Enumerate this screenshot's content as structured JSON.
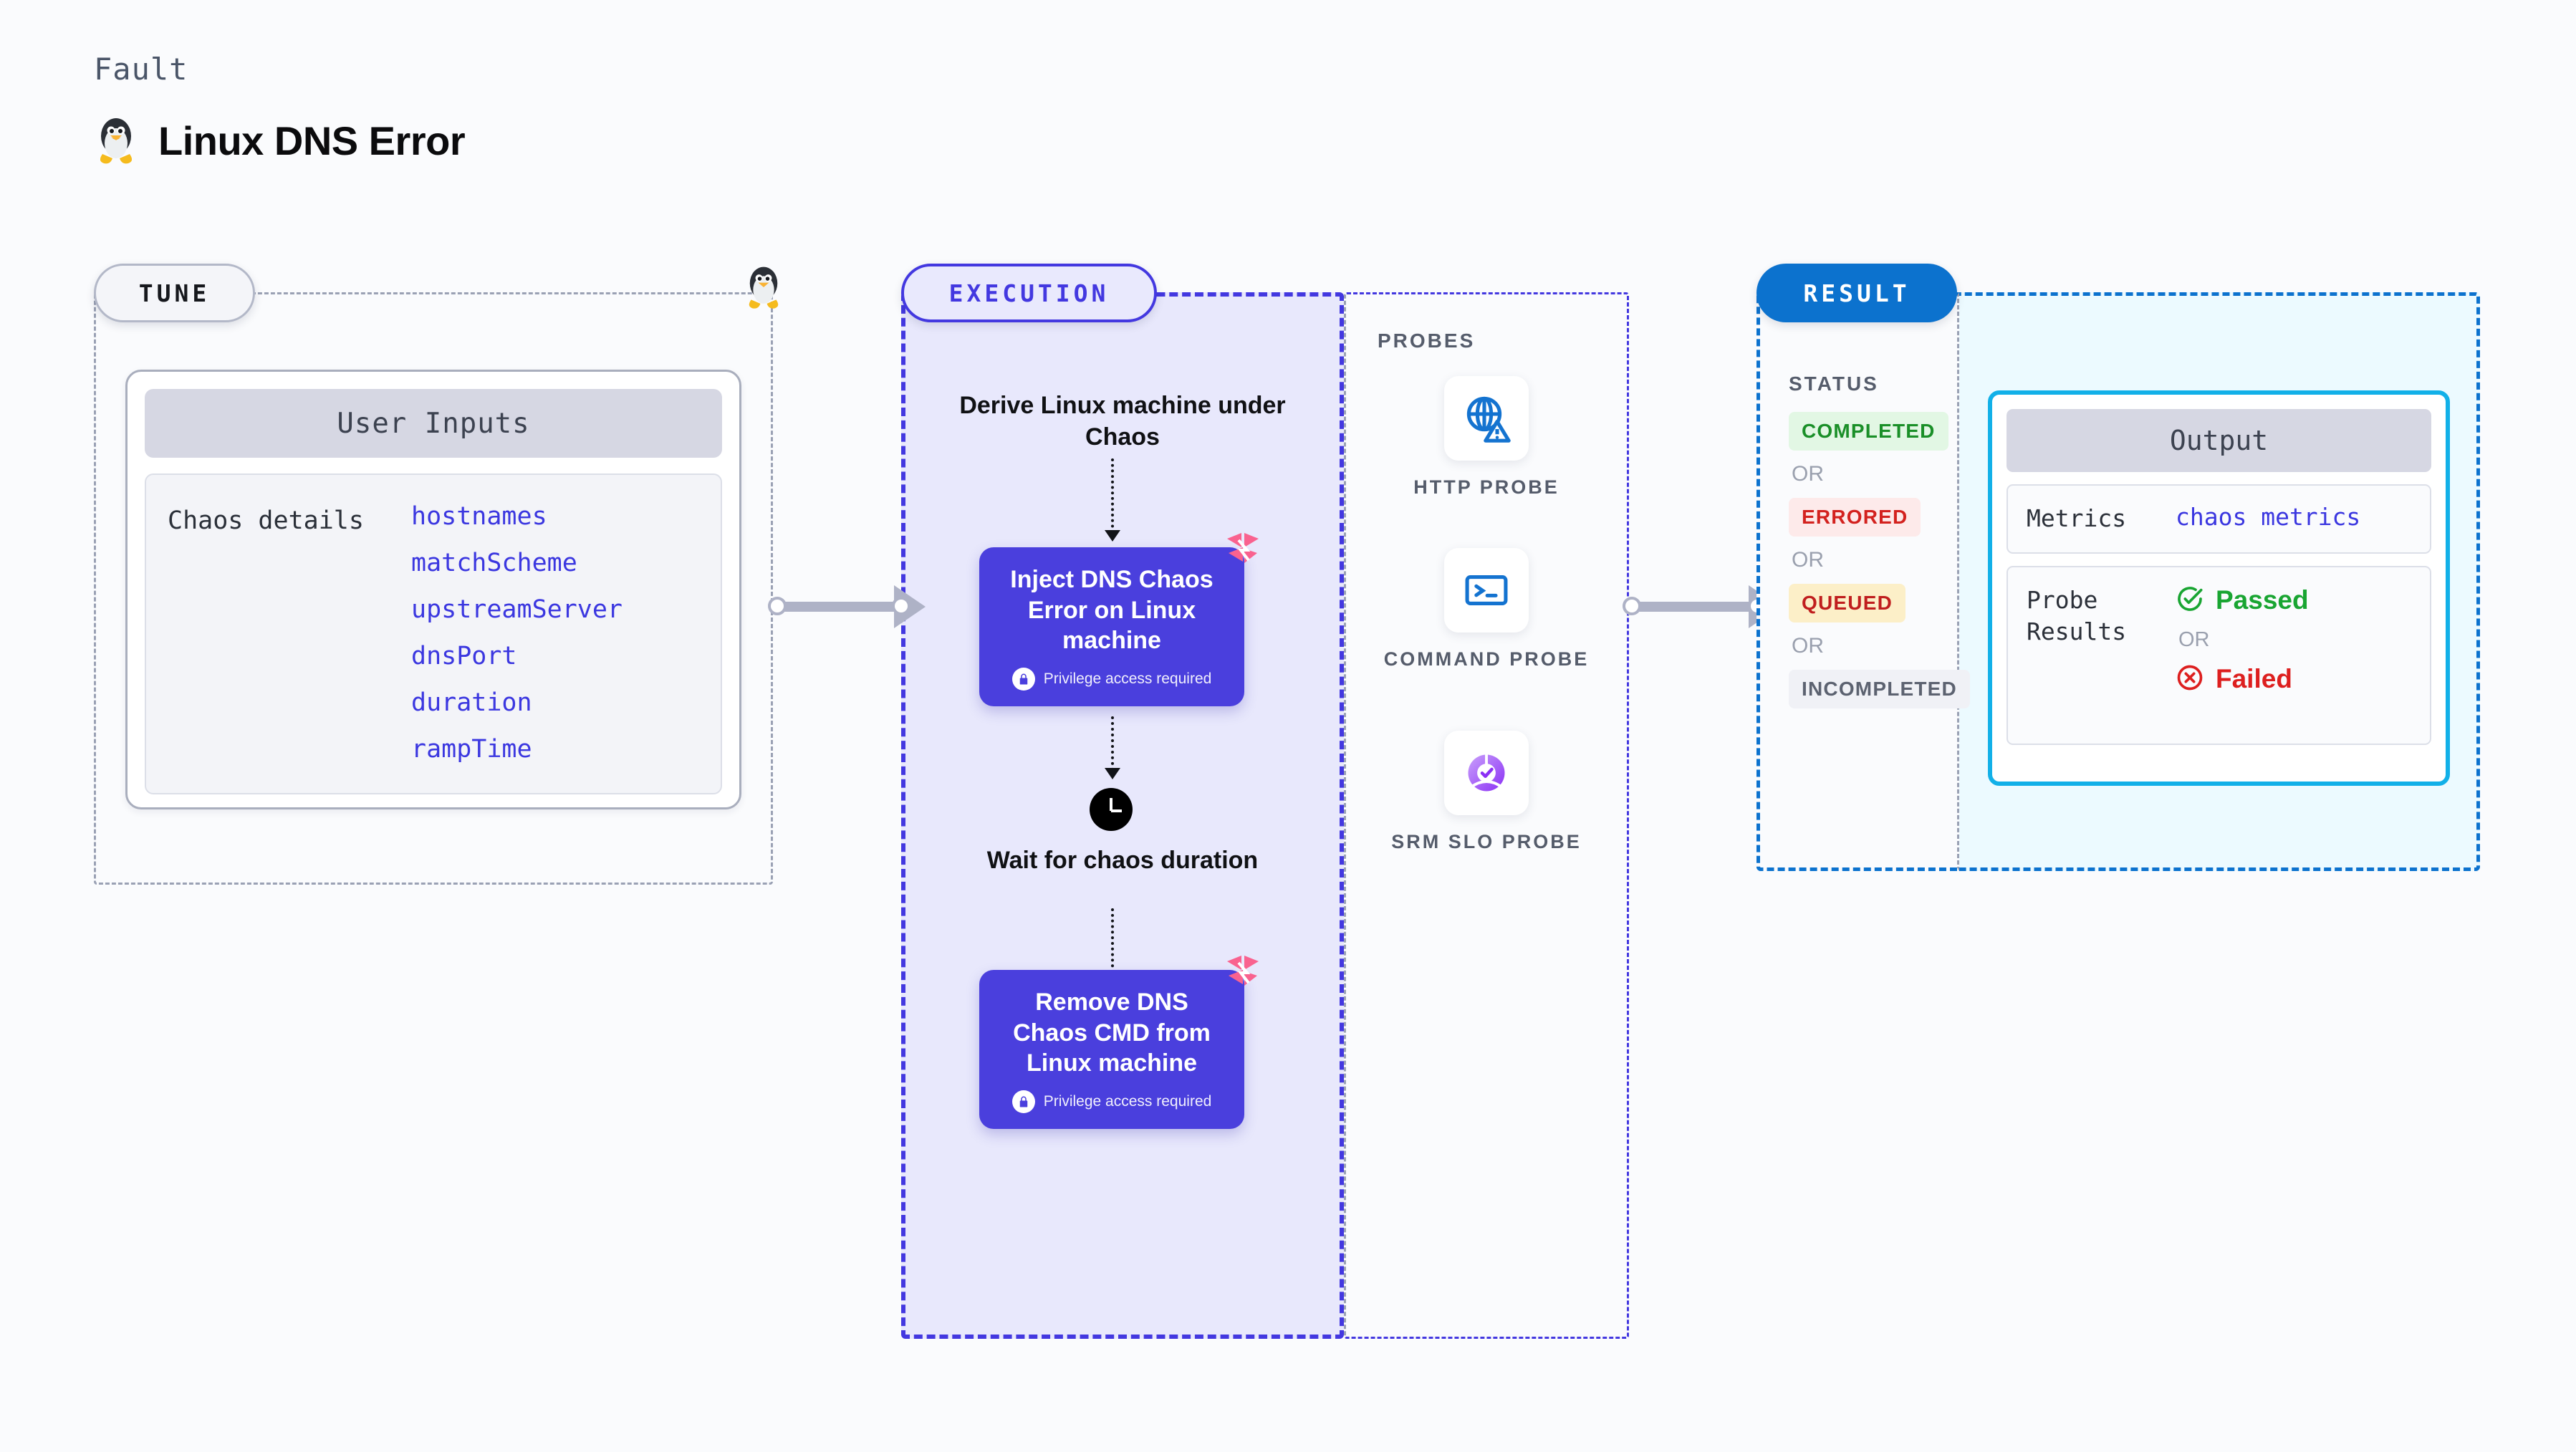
{
  "header": {
    "eyebrow": "Fault",
    "title": "Linux DNS Error",
    "icon": "linux-penguin-icon"
  },
  "tune": {
    "label": "TUNE",
    "card_title": "User Inputs",
    "group_label": "Chaos details",
    "inputs": [
      "hostnames",
      "matchScheme",
      "upstreamServer",
      "dnsPort",
      "duration",
      "rampTime"
    ]
  },
  "execution": {
    "label": "EXECUTION",
    "step1_title": "Derive Linux machine under Chaos",
    "card1": {
      "title": "Inject DNS Chaos Error on Linux machine",
      "note": "Privilege access required",
      "icon": "lock-icon",
      "corner_icon": "harness-logo-icon"
    },
    "wait": {
      "icon": "clock-icon",
      "title": "Wait for chaos duration"
    },
    "card2": {
      "title": "Remove DNS Chaos CMD from Linux machine",
      "note": "Privilege access required",
      "icon": "lock-icon",
      "corner_icon": "harness-logo-icon"
    }
  },
  "probes": {
    "heading": "PROBES",
    "items": [
      {
        "label": "HTTP PROBE",
        "icon": "globe-warning-icon"
      },
      {
        "label": "COMMAND PROBE",
        "icon": "terminal-icon"
      },
      {
        "label": "SRM SLO PROBE",
        "icon": "slo-check-icon"
      }
    ]
  },
  "result": {
    "label": "RESULT",
    "status_heading": "STATUS",
    "or_label": "OR",
    "statuses": [
      {
        "text": "COMPLETED",
        "color": "#1a8f28",
        "bg": "#e2f7e4"
      },
      {
        "text": "ERRORED",
        "color": "#d3221f",
        "bg": "#fdeaea"
      },
      {
        "text": "QUEUED",
        "color": "#c01e1e",
        "bg": "#fcefc8"
      },
      {
        "text": "INCOMPLETED",
        "color": "#5c6270",
        "bg": "#f0f1f6"
      }
    ],
    "output": {
      "title": "Output",
      "metrics_label": "Metrics",
      "metrics_value": "chaos metrics",
      "probe_results_label": "Probe Results",
      "passed": {
        "text": "Passed",
        "color": "#19a532",
        "icon": "check-circle-icon"
      },
      "failed": {
        "text": "Failed",
        "color": "#dd1f1f",
        "icon": "x-circle-icon"
      }
    }
  },
  "colors": {
    "indigo": "#4338e0",
    "card_indigo": "#4a3fdd",
    "result_blue": "#0c72ce",
    "cyan": "#12b0e8",
    "pink": "#f9628f",
    "connector_gray": "#aeb2c6"
  }
}
